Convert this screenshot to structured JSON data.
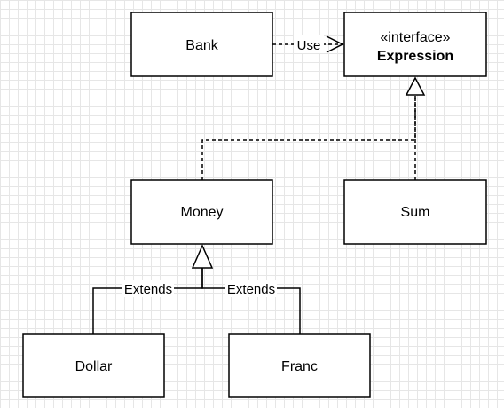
{
  "nodes": {
    "bank": {
      "label": "Bank"
    },
    "expression": {
      "stereotype": "«interface»",
      "label": "Expression"
    },
    "money": {
      "label": "Money"
    },
    "sum": {
      "label": "Sum"
    },
    "dollar": {
      "label": "Dollar"
    },
    "franc": {
      "label": "Franc"
    }
  },
  "edges": {
    "bank_expression": {
      "label": "Use",
      "kind": "dependency"
    },
    "money_expression": {
      "kind": "realization"
    },
    "sum_expression": {
      "kind": "realization"
    },
    "dollar_money": {
      "label": "Extends",
      "kind": "generalization"
    },
    "franc_money": {
      "label": "Extends",
      "kind": "generalization"
    }
  }
}
